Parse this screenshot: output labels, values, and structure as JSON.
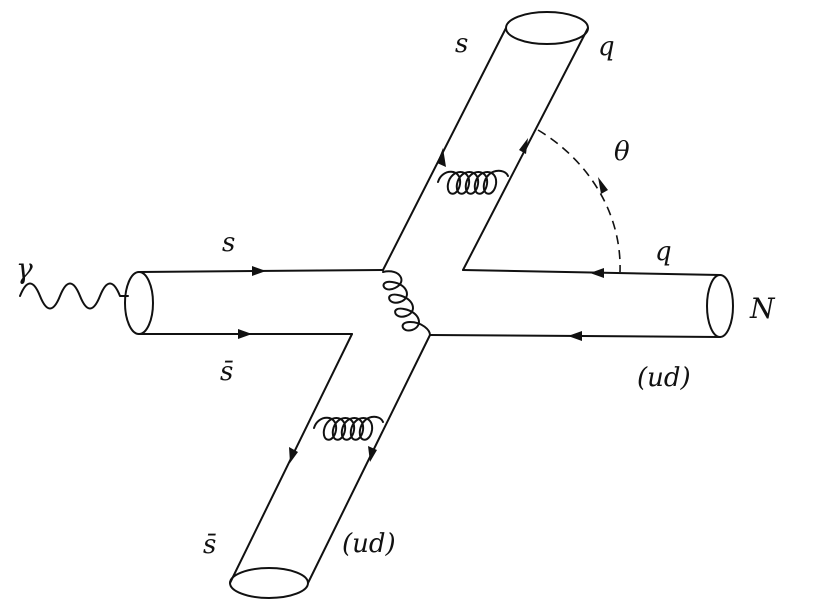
{
  "labels": {
    "photon": "γ",
    "s_in": "s",
    "sbar_in": "s̄",
    "s_up": "s",
    "q_up": "q",
    "theta": "θ",
    "q_right": "q",
    "N": "N",
    "ud_right": "(ud)",
    "sbar_down": "s̄",
    "ud_down": "(ud)"
  }
}
